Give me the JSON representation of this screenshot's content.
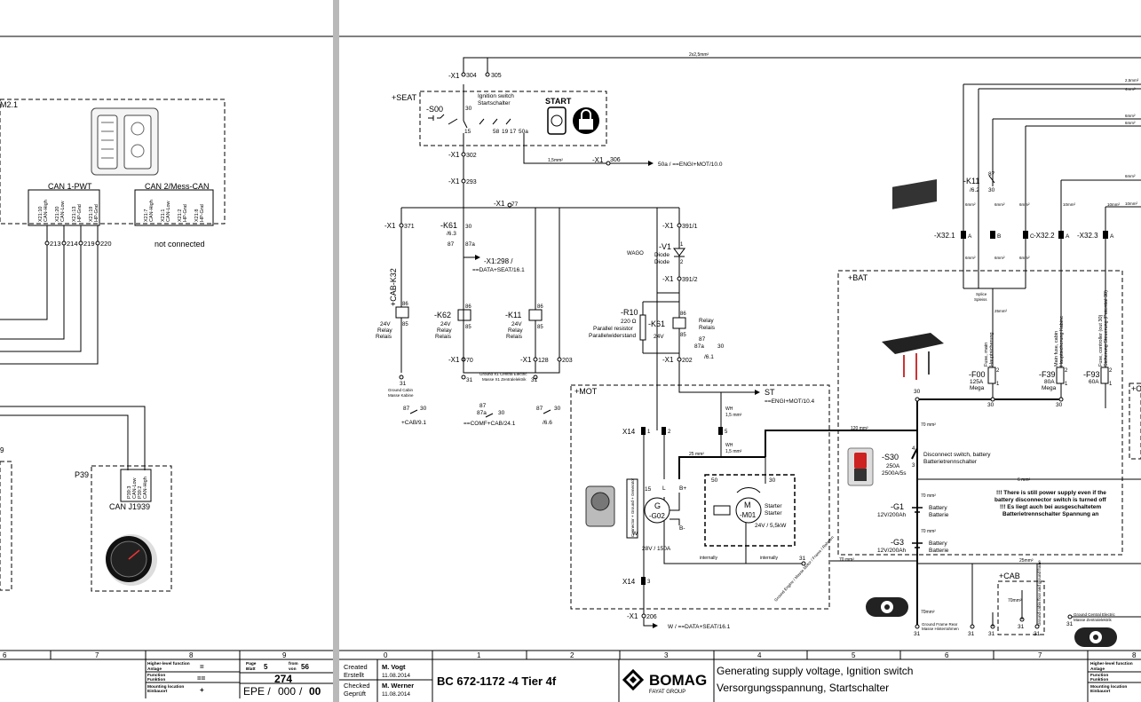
{
  "left_page": {
    "module_label": "M2.1",
    "can1_title": "CAN 1-PWT",
    "can2_title": "CAN 2/Mess-CAN",
    "can1_pins": [
      "X21:10",
      "X21:20",
      "X21:13",
      "X21:19"
    ],
    "can1_sigs": [
      "CAN-High",
      "CAN-Low",
      "HP-Gnd",
      "HP-Gnd"
    ],
    "can2_pins": [
      "X21:7",
      "X21:1",
      "X21:2",
      "X21:8"
    ],
    "can2_sigs": [
      "CAN-High",
      "CAN-Low",
      "HP-Gnd",
      "HP-Gnd"
    ],
    "can1_terms": [
      "213",
      "214",
      "219",
      "220"
    ],
    "not_connected": "not connected",
    "p39_label": "P39",
    "p39_pins": [
      "P39:3",
      "P39:2"
    ],
    "p39_sigs": [
      "CAN-Low",
      "CAN-High"
    ],
    "can_j1939": "CAN J1939",
    "cut_9": "9",
    "columns": [
      "6",
      "7",
      "8",
      "9"
    ],
    "tb": {
      "hf_en": "Higher-level function",
      "hf_de": "Anlage",
      "hf_val": "=",
      "fn_en": "Function",
      "fn_de": "Funktion",
      "fn_val": "==",
      "ml_en": "Mounting location",
      "ml_de": "Einbauort",
      "ml_val": "+",
      "page_en": "Page",
      "page_de": "Blatt",
      "page_val": "5",
      "from_en": "from",
      "from_de": "von",
      "from_val": "56",
      "doc_num": "274",
      "epe_a": "EPE /",
      "epe_b": "000",
      "epe_c": "/",
      "epe_d": "00"
    }
  },
  "right_page": {
    "top_wire": "2x2,5mm²",
    "x1_304": "-X1",
    "t304": "304",
    "t305": "305",
    "seat": "+SEAT",
    "s00": "-S00",
    "ign_en": "Ignition switch",
    "ign_de": "Startschalter",
    "start": "START",
    "ign_pins": [
      "15",
      "58",
      "19",
      "17",
      "50a"
    ],
    "t30": "30",
    "x1_302": "-X1",
    "t302": "302",
    "w15": "1,5mm²",
    "x1_306": "-X1",
    "t306": "306",
    "ref_50a": "50a / ==ENGI+MOT/10.0",
    "x1_293": "-X1",
    "t293": "293",
    "x1_77": "-X1",
    "t77": "77",
    "x1_371": "-X1",
    "t371": "371",
    "cab_k32": "+CAB-K32",
    "k61a": "-K61",
    "k61a_ref": "/6.3",
    "k61a_87": "87",
    "k61a_87a": "87a",
    "k61a_30": "30",
    "x1_298": "-X1:298 /",
    "ref_298": "==DATA+SEAT/16.1",
    "k62": "-K62",
    "k11a": "-K11",
    "r86": "86",
    "r85": "85",
    "relay_24v": "24V",
    "relay": "Relay",
    "relais": "Relais",
    "x1_391_1": "-X1",
    "t391_1": "391/1",
    "v1": "-V1",
    "diode": "Diode",
    "diode_de": "Diode",
    "d1": "1",
    "d2": "2",
    "wago": "WAGO",
    "x1_391_2": "-X1",
    "t391_2": "391/2",
    "r10": "-R10",
    "r10_val": "220 Ω",
    "par_res": "Parallel resistor",
    "par_de": "Parallelwiderstand",
    "k61b": "-K61",
    "k61b_24v": "24V",
    "k61b_relay": "Relay",
    "k61b_relais": "Relais",
    "k61b_87": "87",
    "k61b_87a": "87a",
    "k61b_30": "30",
    "k61b_ref": "/6.1",
    "x1_70": "-X1",
    "t70": "70",
    "x1_128": "-X1",
    "t128": "128",
    "t203": "203",
    "x1_202": "-X1",
    "t202": "202",
    "t31": "31",
    "gnd_cabin": "Ground Cabin",
    "gnd_cabin_de": "Masse Kabine",
    "gnd_x1": "Ground X1 Central Electric",
    "gnd_x1_de": "Masse X1 Zentralelektrik",
    "c87": "87",
    "c30": "30",
    "c87a": "87a",
    "cab91": "+CAB/9.1",
    "comf": "==COMF+CAB/24.1",
    "r66": "/6.6",
    "mot": "+MOT",
    "st": "ST",
    "st_ref": "==ENGI+MOT/10.4",
    "wh1": "WH",
    "wh1_ws": "1,5 mm²",
    "wh2": "WH",
    "wh2_ws": "1,5 mm²",
    "x14_1": "X14",
    "x14_1p": "1",
    "x14_2p": "2",
    "x14_3": "X14",
    "x14_3p": "3",
    "p5": "5",
    "w25": "25 mm²",
    "g02": "-G02",
    "g02_g": "G",
    "gen_spec": "28V / 150A",
    "conn_side": "Connector + Ground + Generator",
    "gl": "L",
    "gb": "B+",
    "gbm": "B-",
    "g15": "15",
    "gw": "W",
    "p50": "50",
    "p30": "30",
    "m01": "-M01",
    "m01_m": "M",
    "starter": "Starter",
    "starter_de": "Starter",
    "start_spec": "24V / 5,5kW",
    "internally1": "internally",
    "internally2": "internally",
    "eng_gnd": "Ground Engine / Masse Motor / Frame / Rahmen",
    "x1_206": "-X1",
    "t206": "206",
    "w_ref": "W / ==DATA+SEAT/16.1",
    "bat": "+BAT",
    "x32_1": "-X32.1",
    "x32_2": "-X32.2",
    "x32_3": "-X32.3",
    "pa": "A",
    "pb": "B",
    "pc": "C",
    "pa2": "A",
    "pa3": "A",
    "k11b": "-K11",
    "k11b_ref": "/6.2",
    "k11b_87": "87",
    "k11b_30": "30",
    "w6a": "6mm²",
    "w6b": "6mm²",
    "w6c": "6mm²",
    "w10a": "10mm²",
    "w10b": "10mm²",
    "w6d": "6mm²",
    "w6e": "6mm²",
    "w6f": "6mm²",
    "w25b": "25mm²",
    "w25r1": "2,5mm²",
    "w4r": "4mm²",
    "w6r1": "6mm²",
    "w6r2": "6mm²",
    "w6r3": "6mm²",
    "w10r": "10mm²",
    "splice": "Splice",
    "splice_de": "Spleiss",
    "fuse_main": "Fuse, main",
    "fuse_main_de": "Hauptsicherung",
    "f00": "-F00",
    "f00_a": "125A",
    "f00_mega": "Mega",
    "main_fuse_cab": "Main fuse, cabin",
    "main_fuse_cab_de": "Hauptsicherung Kabine",
    "f39": "-F39",
    "f39_a": "80A",
    "f39_mega": "Mega",
    "fuse_ctrl": "Fuse, controller (out 30)",
    "fuse_ctrl_de": "Sicherung Steuerung (Potential 30)",
    "f93": "-F93",
    "f93_a": "60A",
    "f1": "1",
    "f2": "2",
    "b30a": "30",
    "b30b": "30",
    "b30c": "30",
    "w120": "120 mm²",
    "w70a": "70 mm²",
    "w70b": "70 mm²",
    "w70c": "70 mm²",
    "w70d": "70 mm²",
    "w6g": "6 mm²",
    "w25c": "25mm²",
    "w70e": "70mm²",
    "s30": "-S30",
    "s30_desc": "Disconnect switch, battery",
    "s30_de": "Batterietrennschalter",
    "s30_a": "250A",
    "s30_b": "2500A/5s",
    "s30_4": "4",
    "s30_3": "3",
    "g1": "-G1",
    "g1_spec": "12V/200Ah",
    "g1_b": "Battery",
    "g1_de": "Batterie",
    "g3": "-G3",
    "g3_spec": "12V/200Ah",
    "g3_b": "Battery",
    "g3_de": "Batterie",
    "warn1": "!!! There is still power supply even if the",
    "warn2": "battery disconnector switch is turned off",
    "warn3": "!!! Es liegt auch bei ausgeschaltetem",
    "warn4": "Batterietrennschalter Spannung an",
    "cab": "+CAB",
    "w70f": "70mm²",
    "gfr": "Ground Frame Rear",
    "gfr_de": "Masse Hinterrahmen",
    "gce": "Ground Central Electric",
    "gce_de": "Masse Zentralelektrik",
    "gcab": "Ground cabin floor and ground frame",
    "t31a": "31",
    "t31b": "31",
    "t31c": "31",
    "t31d": "31",
    "t31e": "31",
    "t31f": "31",
    "partial_c": "+C",
    "columns": [
      "0",
      "1",
      "2",
      "3",
      "4",
      "5",
      "6",
      "7",
      "8"
    ],
    "tb": {
      "created_en": "Created",
      "created_de": "Erstellt",
      "created_name": "M. Vogt",
      "created_date": "11.08.2014",
      "checked_en": "Checked",
      "checked_de": "Geprüft",
      "checked_name": "M. Werner",
      "checked_date": "11.08.2014",
      "model": "BC 672-1172 -4 Tier 4f",
      "brand": "BOMAG",
      "brand_sub": "FAYAT GROUP",
      "title_en": "Generating supply voltage, Ignition switch",
      "title_de": "Versorgungsspannung, Startschalter",
      "hf_en": "Higher-level function",
      "hf_de": "Anlage",
      "fn_en": "Function",
      "fn_de": "Funktion",
      "ml_en": "Mounting location",
      "ml_de": "Einbauort"
    }
  }
}
